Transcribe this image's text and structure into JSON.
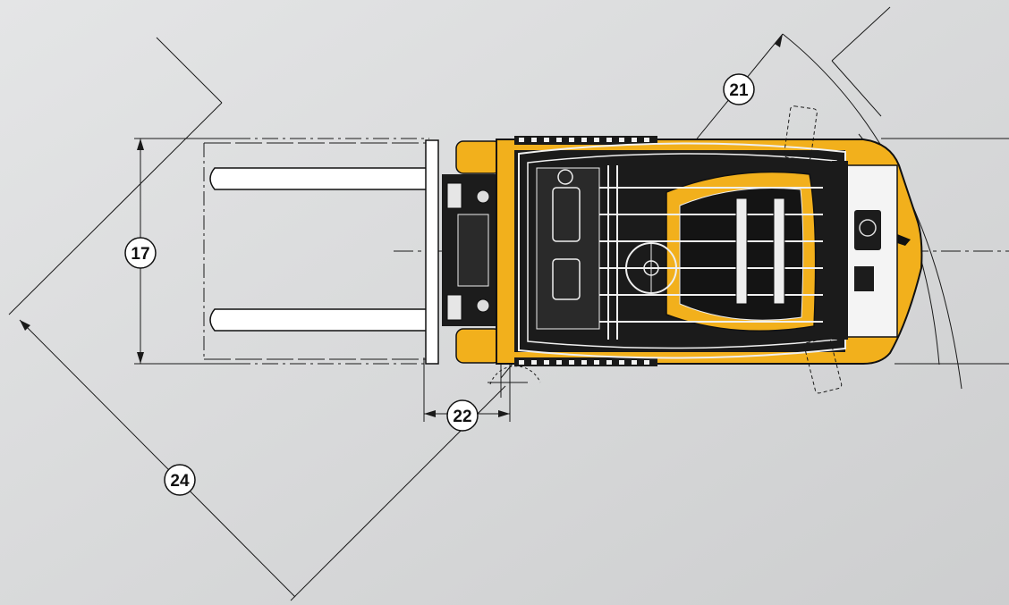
{
  "colors": {
    "background_light": "#e3e4e5",
    "background_dark": "#cfd0d1",
    "body": "#f2b01c",
    "outline": "#111111",
    "line": "#1a1a1a",
    "counterweight": "#f4f4f4",
    "forks": "#ffffff"
  },
  "callouts": {
    "c17": "17",
    "c21": "21",
    "c22": "22",
    "c24": "24"
  }
}
